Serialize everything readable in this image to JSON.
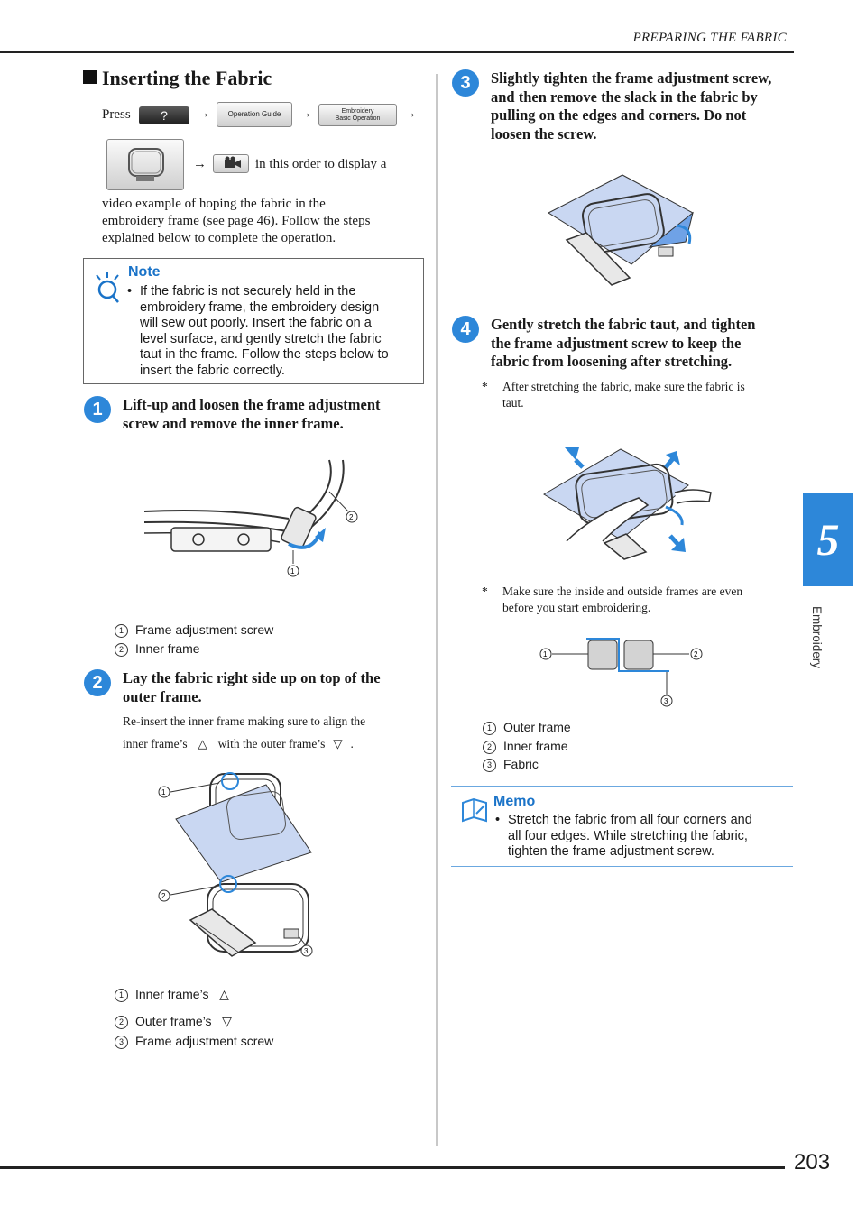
{
  "header": {
    "title": "PREPARING THE FABRIC"
  },
  "page_number": "203",
  "section": {
    "title": "Inserting the Fabric"
  },
  "intro": {
    "press": "Press",
    "help_button": "?",
    "operation_guide_button": "Operation Guide",
    "embroidery_basic_line1": "Embroidery",
    "embroidery_basic_line2": "Basic Operation",
    "arrow": "→",
    "after_icons": "in this order to display a",
    "line1": "video example of hoping the fabric in the",
    "line2": "embroidery frame (see page 46). Follow the steps",
    "line3": "explained below to complete the operation."
  },
  "note": {
    "label": "Note",
    "bullet": "•",
    "lines": [
      "If the fabric is not securely held in the",
      "embroidery frame, the embroidery design",
      "will sew out poorly. Insert the fabric on a",
      "level surface, and gently stretch the fabric",
      "taut in the frame. Follow the steps below to",
      "insert the fabric correctly."
    ]
  },
  "steps": [
    {
      "num": "1",
      "line1": "Lift-up and loosen the frame adjustment",
      "line2": "screw and remove the inner frame."
    },
    {
      "num": "2",
      "line1": "Lay the fabric right side up on top of the",
      "line2": "outer frame.",
      "sub1": "Re-insert the inner frame making sure to align the",
      "sub2a": "inner frame’s",
      "sub2b": "with the outer frame’s",
      "sub2c": "."
    },
    {
      "num": "3",
      "line1": "Slightly tighten the frame adjustment screw,",
      "line2": "and then remove the slack in the fabric by",
      "line3": "pulling on the edges and corners. Do not",
      "line4": "loosen the screw."
    },
    {
      "num": "4",
      "line1": "Gently stretch the fabric taut, and tighten",
      "line2": "the frame adjustment screw to keep the",
      "line3": "fabric from loosening after stretching.",
      "star": "*",
      "sub1": "After stretching the fabric, make sure the fabric is",
      "sub2": "taut.",
      "sub3": "Make sure the inside and outside frames are even",
      "sub4": "before you start embroidering."
    }
  ],
  "legend1": [
    {
      "num": "1",
      "text": "Frame adjustment screw"
    },
    {
      "num": "2",
      "text": "Inner frame"
    }
  ],
  "legend2": [
    {
      "num": "1",
      "text": "Inner frame’s"
    },
    {
      "num": "2",
      "text": "Outer frame’s"
    },
    {
      "num": "3",
      "text": "Frame adjustment screw"
    }
  ],
  "legend4": [
    {
      "num": "1",
      "text": "Outer frame"
    },
    {
      "num": "2",
      "text": "Inner frame"
    },
    {
      "num": "3",
      "text": "Fabric"
    }
  ],
  "memo": {
    "label": "Memo",
    "bullet": "•",
    "lines": [
      "Stretch the fabric from all four corners and",
      "all four edges. While stretching the fabric,",
      "tighten the frame adjustment screw."
    ]
  },
  "side_tab": {
    "number": "5",
    "label": "Embroidery"
  },
  "colors": {
    "accent": "#2d87d9",
    "fabric": "#c9d7f2",
    "note_label": "#1a73c8"
  }
}
